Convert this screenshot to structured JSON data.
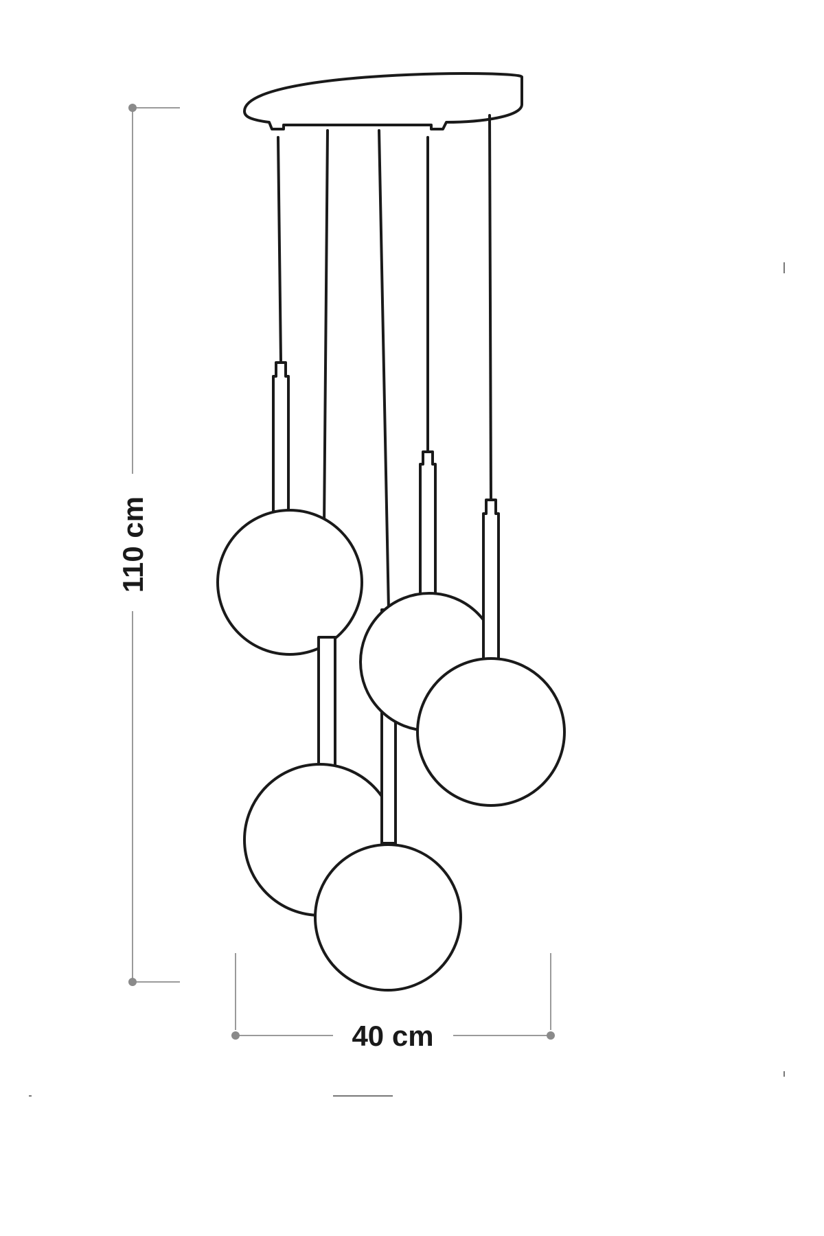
{
  "dimensions": {
    "height_label": "110 cm",
    "width_label": "40 cm"
  },
  "product": {
    "pendant_count": 5,
    "shade_shape": "globe"
  },
  "colors": {
    "outline": "#1a1a1a",
    "dimension_line": "#9a9a9a"
  }
}
